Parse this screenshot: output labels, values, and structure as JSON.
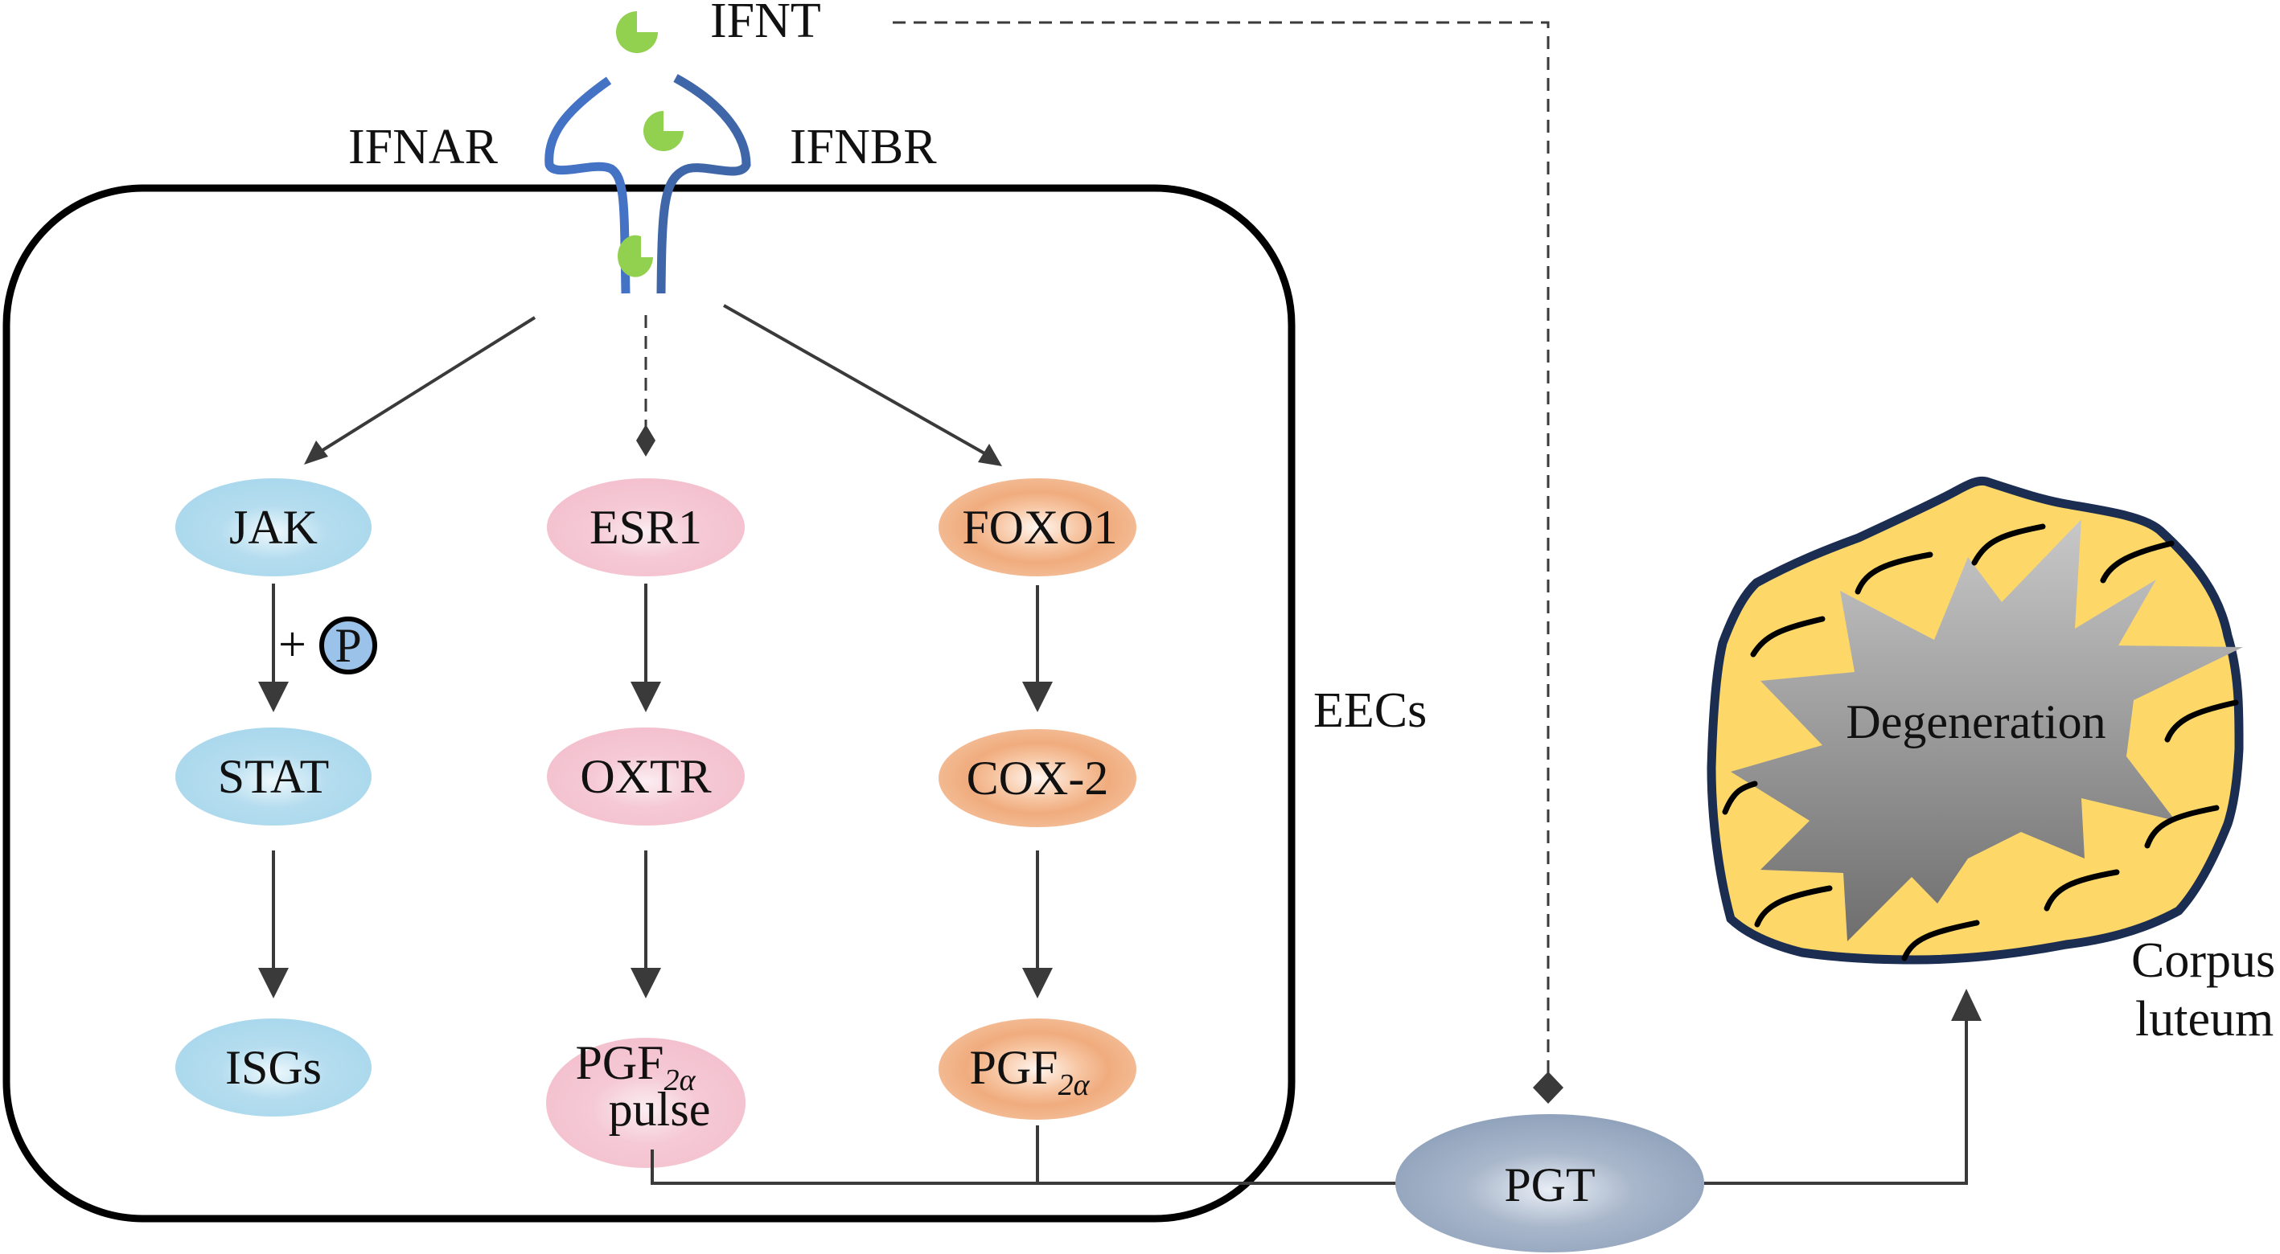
{
  "ligand": {
    "label": "IFNT"
  },
  "receptors": {
    "left": "IFNAR",
    "right": "IFNBR"
  },
  "cell": {
    "label": "EECs"
  },
  "pathways": [
    {
      "name": "jak-stat",
      "nodes": [
        "JAK",
        "STAT",
        "ISGs"
      ],
      "color": "#a9d8ec",
      "modifier": {
        "plus": "+",
        "symbol": "P",
        "color": "#9bc2e8"
      }
    },
    {
      "name": "esr1",
      "nodes": [
        "ESR1",
        "OXTR",
        "PGF"
      ],
      "color": "#f4c3d0",
      "final_sub": "2α",
      "final_extra": "pulse"
    },
    {
      "name": "foxo1",
      "nodes": [
        "FOXO1",
        "COX-2",
        "PGF"
      ],
      "color": "#f2b185",
      "final_sub": "2α"
    }
  ],
  "transporter": {
    "label": "PGT",
    "color": "#93a5bd"
  },
  "target": {
    "label_line1": "Corpus",
    "label_line2": "luteum",
    "center_label": "Degeneration",
    "fill": "#fdd869",
    "outline": "#1c2d52"
  },
  "colors": {
    "receptor": "#4472c4",
    "ligand": "#92d050",
    "connector": "#3a3a3a"
  }
}
